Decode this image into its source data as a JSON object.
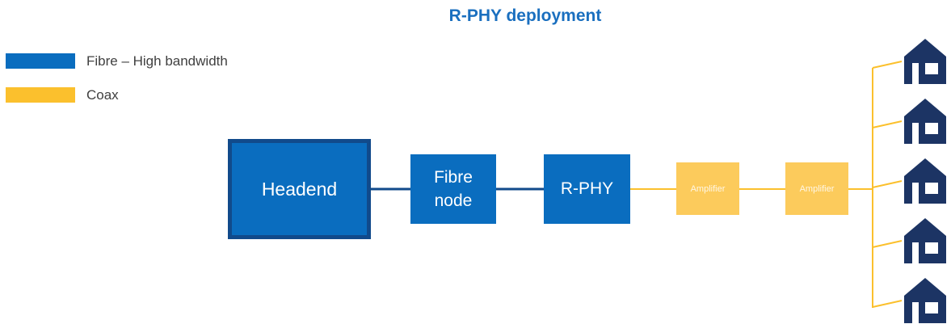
{
  "title": "R-PHY deployment",
  "legend": {
    "fibre": {
      "label": "Fibre – High bandwidth",
      "color": "#0a6dbf"
    },
    "coax": {
      "label": "Coax",
      "color": "#fbc02d"
    }
  },
  "nodes": {
    "headend": "Headend",
    "fibre_node": "Fibre\nnode",
    "rphy": "R-PHY",
    "amplifier_1": "Amplifier",
    "amplifier_2": "Amplifier"
  },
  "homes": {
    "count": 5,
    "icon": "house-icon",
    "color": "#1c3464"
  },
  "colors": {
    "fibre_link": "#114a8b",
    "coax_link": "#fbc02d"
  }
}
